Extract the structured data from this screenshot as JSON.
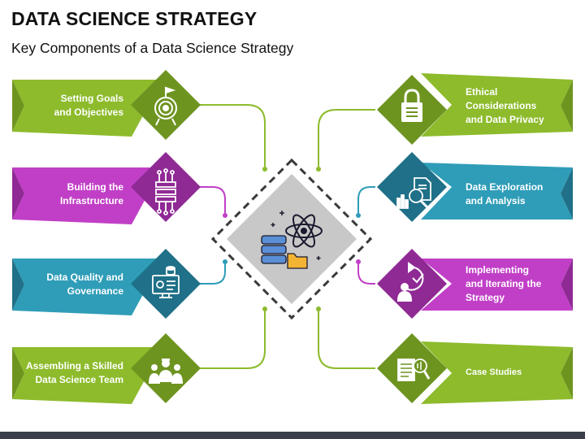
{
  "title": "DATA SCIENCE STRATEGY",
  "subtitle": "Key Components of a Data Science Strategy",
  "colors": {
    "green": "#8dbb2c",
    "green_dark": "#6e9420",
    "magenta": "#c13fc7",
    "magenta_dark": "#8f2a95",
    "teal": "#2f9db8",
    "teal_dark": "#1f7088",
    "center_gray": "#c8c8c8",
    "dashed_border": "#3a3a3a"
  },
  "components": [
    {
      "label": "Setting Goals\nand Objectives",
      "color": "green",
      "icon": "target-icon"
    },
    {
      "label": "Building the\nInfrastructure",
      "color": "magenta",
      "icon": "circuit-icon"
    },
    {
      "label": "Data Quality and\nGovernance",
      "color": "teal",
      "icon": "monitor-database-icon"
    },
    {
      "label": "Assembling a Skilled\nData Science Team",
      "color": "green",
      "icon": "team-icon"
    },
    {
      "label": "Ethical\nConsiderations\nand Data Privacy",
      "color": "green",
      "icon": "lock-icon"
    },
    {
      "label": "Data Exploration\nand Analysis",
      "color": "teal",
      "icon": "analysis-icon"
    },
    {
      "label": "Implementing\nand Iterating the\nStrategy",
      "color": "magenta",
      "icon": "iterate-user-icon"
    },
    {
      "label": "Case Studies",
      "color": "green",
      "icon": "document-search-icon"
    }
  ],
  "center_icon": "data-science-atom-icon"
}
